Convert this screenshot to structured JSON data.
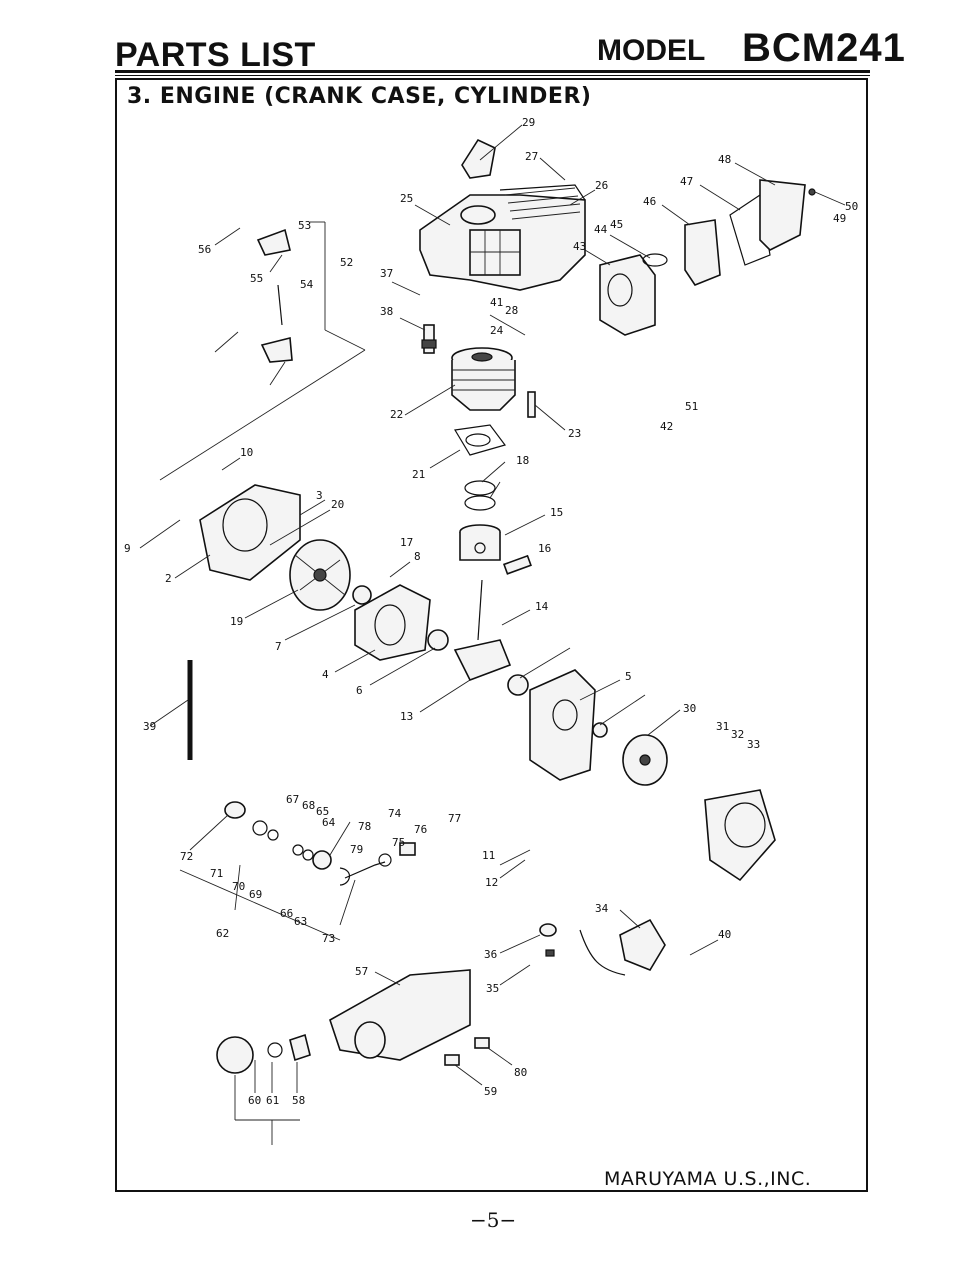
{
  "header": {
    "title_left": "PARTS LIST",
    "title_model_prefix": "MODEL",
    "title_model_code": "BCM241"
  },
  "section_title": "3. ENGINE (CRANK CASE, CYLINDER)",
  "footer_company": "MARUYAMA U.S.,INC.",
  "page_number": "−5−",
  "part_labels": [
    "29",
    "27",
    "26",
    "25",
    "48",
    "47",
    "46",
    "45",
    "44",
    "43",
    "50",
    "49",
    "53",
    "56",
    "52",
    "55",
    "54",
    "37",
    "41",
    "28",
    "38",
    "24",
    "51",
    "42",
    "22",
    "23",
    "21",
    "18",
    "10",
    "3",
    "20",
    "15",
    "17",
    "16",
    "9",
    "2",
    "8",
    "19",
    "14",
    "7",
    "4",
    "6",
    "5",
    "13",
    "39",
    "30",
    "31",
    "32",
    "33",
    "67",
    "68",
    "65",
    "64",
    "78",
    "74",
    "77",
    "76",
    "75",
    "79",
    "72",
    "71",
    "70",
    "69",
    "66",
    "63",
    "11",
    "12",
    "62",
    "73",
    "34",
    "40",
    "36",
    "57",
    "35",
    "80",
    "59",
    "60",
    "61",
    "58"
  ]
}
